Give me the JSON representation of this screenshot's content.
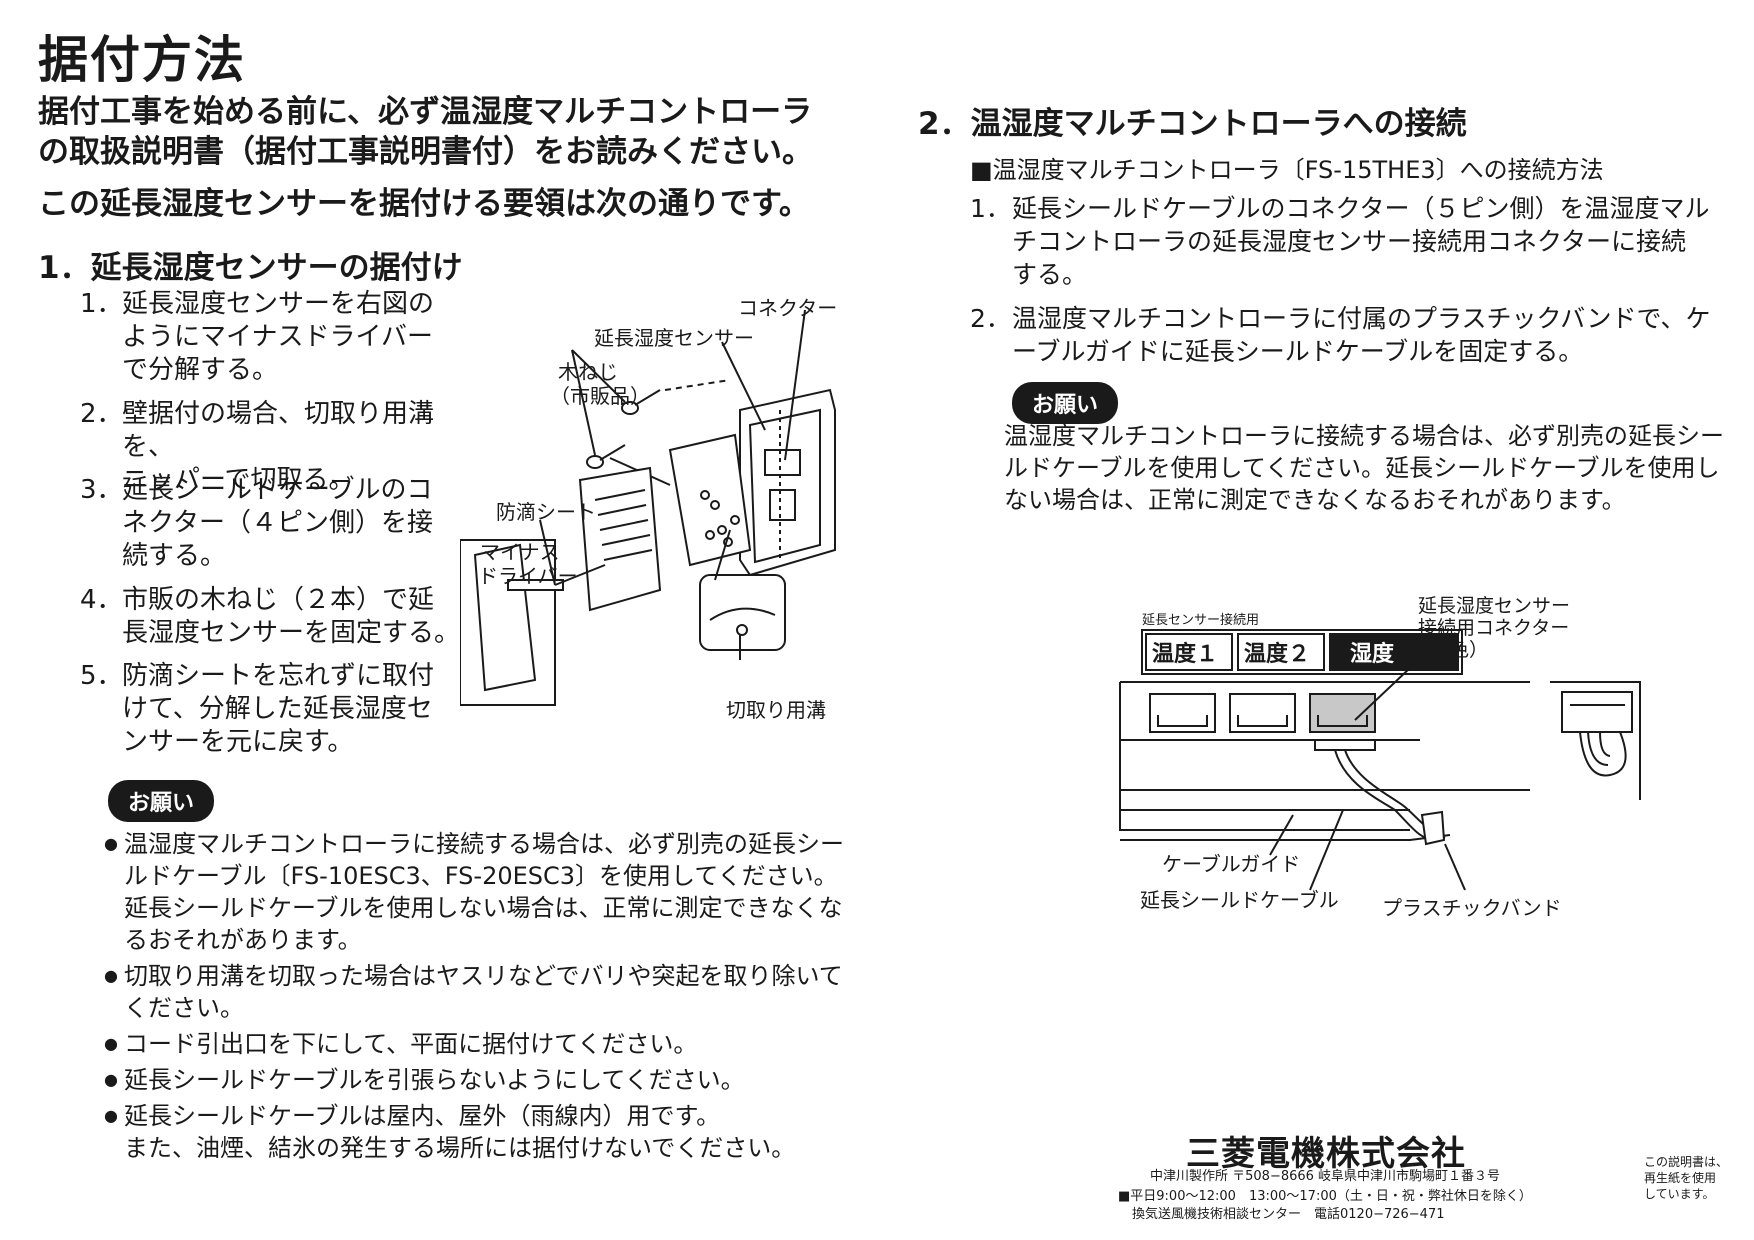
{
  "title": "据付方法",
  "intro": {
    "line1": "据付工事を始める前に、必ず温湿度マルチコントローラ",
    "line2": "の取扱説明書（据付工事説明書付）をお読みください。",
    "line3": "この延長湿度センサーを据付ける要領は次の通りです。"
  },
  "section1": {
    "heading": "1．延長湿度センサーの据付け",
    "steps": [
      {
        "num": "1．",
        "lines": [
          "延長湿度センサーを右図の",
          "ようにマイナスドライバー",
          "で分解する。"
        ]
      },
      {
        "num": "2．",
        "lines": [
          "壁据付の場合、切取り用溝を、",
          "ニッパーで切取る。"
        ]
      },
      {
        "num": "3．",
        "lines": [
          "延長シールドケーブルのコ",
          "ネクター（４ピン側）を接",
          "続する。"
        ]
      },
      {
        "num": "4．",
        "lines": [
          "市販の木ねじ（２本）で延",
          "長湿度センサーを固定する。"
        ]
      },
      {
        "num": "5．",
        "lines": [
          "防滴シートを忘れずに取付",
          "けて、分解した延長湿度セ",
          "ンサーを元に戻す。"
        ]
      }
    ],
    "figure_labels": {
      "connector": "コネクター",
      "sensor": "延長湿度センサー",
      "screw1": "木ねじ",
      "screw2": "（市販品）",
      "sheet": "防滴シート",
      "driver1": "マイナス",
      "driver2": "ドライバー",
      "groove": "切取り用溝"
    },
    "onegai": "お願い",
    "notes": [
      [
        "温湿度マルチコントローラに接続する場合は、必ず別売の延長シー",
        "ルドケーブル〔FS-10ESC3、FS-20ESC3〕を使用してください。",
        "延長シールドケーブルを使用しない場合は、正常に測定できなくな",
        "るおそれがあります。"
      ],
      [
        "切取り用溝を切取った場合はヤスリなどでバリや突起を取り除いて",
        "ください。"
      ],
      [
        "コード引出口を下にして、平面に据付けてください。"
      ],
      [
        "延長シールドケーブルを引張らないようにしてください。"
      ],
      [
        "延長シールドケーブルは屋内、屋外（雨線内）用です。",
        "また、油煙、結氷の発生する場所には据付けないでください。"
      ]
    ]
  },
  "section2": {
    "heading": "2．温湿度マルチコントローラへの接続",
    "subheading": "■温湿度マルチコントローラ〔FS-15THE3〕への接続方法",
    "steps": [
      {
        "num": "1．",
        "lines": [
          "延長シールドケーブルのコネクター（５ピン側）を温湿度マル",
          "チコントローラの延長湿度センサー接続用コネクターに接続",
          "する。"
        ]
      },
      {
        "num": "2．",
        "lines": [
          "温湿度マルチコントローラに付属のプラスチックバンドで、ケ",
          "ーブルガイドに延長シールドケーブルを固定する。"
        ]
      }
    ],
    "onegai": "お願い",
    "note_lines": [
      "温湿度マルチコントローラに接続する場合は、必ず別売の延長シー",
      "ルドケーブルを使用してください。延長シールドケーブルを使用し",
      "ない場合は、正常に測定できなくなるおそれがあります。"
    ],
    "figure_labels": {
      "panel_caption": "延長センサー接続用",
      "key1": "温度１",
      "key2": "温度２",
      "key3": "湿度",
      "connector1": "延長湿度センサー",
      "connector2": "接続用コネクター",
      "connector3": "（黒色）",
      "guide": "ケーブルガイド",
      "cable": "延長シールドケーブル",
      "band": "プラスチックバンド"
    }
  },
  "footer": {
    "company": "三菱電機株式会社",
    "address": "中津川製作所 〒508−8666 岐阜県中津川市駒場町１番３号",
    "hours": "■平日9:00〜12:00　13:00〜17:00（土・日・祝・弊社休日を除く）",
    "center": "換気送風機技術相談センター　電話0120−726−471",
    "recycle1": "この説明書は、",
    "recycle2": "再生紙を使用",
    "recycle3": "しています。"
  }
}
